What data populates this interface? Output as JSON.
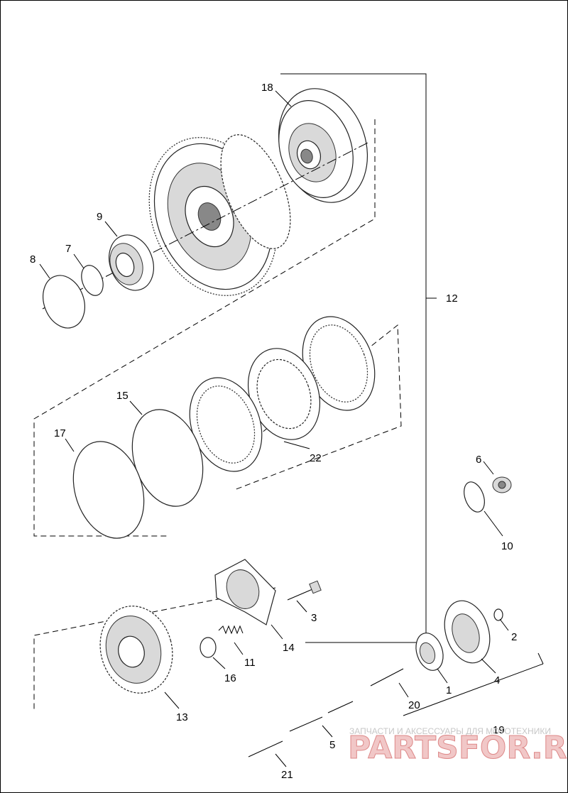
{
  "callouts": [
    {
      "id": "1",
      "label": "1"
    },
    {
      "id": "2",
      "label": "2"
    },
    {
      "id": "3",
      "label": "3"
    },
    {
      "id": "4",
      "label": "4"
    },
    {
      "id": "5",
      "label": "5"
    },
    {
      "id": "6",
      "label": "6"
    },
    {
      "id": "7",
      "label": "7"
    },
    {
      "id": "8",
      "label": "8"
    },
    {
      "id": "9",
      "label": "9"
    },
    {
      "id": "10",
      "label": "10"
    },
    {
      "id": "11",
      "label": "11"
    },
    {
      "id": "12",
      "label": "12"
    },
    {
      "id": "13",
      "label": "13"
    },
    {
      "id": "14",
      "label": "14"
    },
    {
      "id": "15",
      "label": "15"
    },
    {
      "id": "16",
      "label": "16"
    },
    {
      "id": "17",
      "label": "17"
    },
    {
      "id": "18",
      "label": "18"
    },
    {
      "id": "19",
      "label": "19"
    },
    {
      "id": "20",
      "label": "20"
    },
    {
      "id": "21",
      "label": "21"
    },
    {
      "id": "22",
      "label": "22"
    }
  ],
  "watermark": {
    "tagline": "ЗАПЧАСТИ И АКСЕССУАРЫ ДЛЯ МОТОТЕХНИКИ",
    "brand": "PARTSFOR.RU"
  }
}
